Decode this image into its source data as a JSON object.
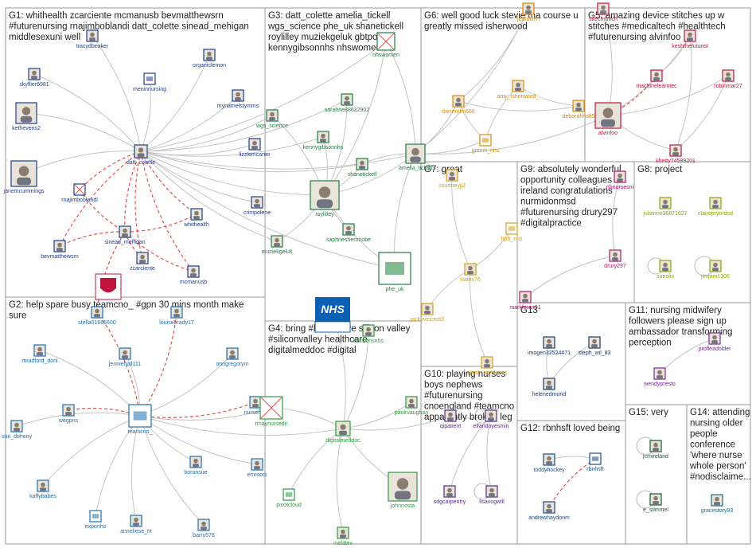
{
  "groups": [
    {
      "id": "G1",
      "title_lines": [
        "G1: whithealth zcarciente mcmanusb bevmatthewsrn",
        "#futurenursing rnajimbobland​i datt_colette sinead_mehigan",
        "middlesexuni well"
      ],
      "color": "#1f3f8f"
    },
    {
      "id": "G2",
      "title_lines": [
        "G2: help spare busy teamcno_ #gpn 30 mins month make",
        "sure"
      ],
      "color": "#1f6fb0"
    },
    {
      "id": "G3",
      "title_lines": [
        "G3: datt_colette amelia_tickell",
        "wgs_science phe_uk shanetickell",
        "roylilley muziekgeluk gbtpo",
        "kennygibsonnhs nhswomen"
      ],
      "color": "#1f7f3f"
    },
    {
      "id": "G4",
      "title_lines": [
        "G4: bring #healthcare silicon valley",
        "#siliconvalley healthcare",
        "digitalmeddoc #digital"
      ],
      "color": "#2e9a3e"
    },
    {
      "id": "G5",
      "title_lines": [
        "G5: amazing device stitches up w",
        "stitches #medicaltech #healthtech",
        "#futurenursing alvinfoo"
      ],
      "color": "#c0143c"
    },
    {
      "id": "G6",
      "title_lines": [
        "G6: well good luck stevie tna course u",
        "greatly missed isherwood"
      ],
      "color": "#d98a00"
    },
    {
      "id": "G7",
      "title_lines": [
        "G7: great"
      ],
      "color": "#d4a017"
    },
    {
      "id": "G8",
      "title_lines": [
        "G8: project"
      ],
      "color": "#8aa800"
    },
    {
      "id": "G9",
      "title_lines": [
        "G9: absolutely wonderful",
        "opportunity colleagues",
        "ireland congratulations",
        "nurmidonmsd",
        "#futurenursing drury297",
        "#digitalpractice"
      ],
      "color": "#b0156f"
    },
    {
      "id": "G10",
      "title_lines": [
        "G10: playing nurses",
        "boys nephews",
        "#futurenursing",
        "cnoengland #teamcno",
        "apparently broken leg"
      ],
      "color": "#5a2a86"
    },
    {
      "id": "G11",
      "title_lines": [
        "G11: nursing midwifery",
        "followers please sign up",
        "ambassador transforming",
        "perception"
      ],
      "color": "#7a2aa0"
    },
    {
      "id": "G12",
      "title_lines": [
        "G12: rbnhsft loved being"
      ],
      "color": "#1a4a8a"
    },
    {
      "id": "G13",
      "title_lines": [
        "G13"
      ],
      "color": "#1a3a6a"
    },
    {
      "id": "G14",
      "title_lines": [
        "G14: attending",
        "nursing older",
        "people",
        "conference",
        "'where nurse",
        "whole person'",
        "#nodisclaime..."
      ],
      "color": "#1a6a8a"
    },
    {
      "id": "G15",
      "title_lines": [
        "G15: very"
      ],
      "color": "#1a5a3a"
    }
  ],
  "nodes": [
    {
      "label": "tracydbeaker",
      "group": "G1",
      "icon": "profile-photo"
    },
    {
      "label": "organiclemon",
      "group": "G1",
      "icon": "profile-photo"
    },
    {
      "label": "meninnursing",
      "group": "G1",
      "icon": "logo"
    },
    {
      "label": "skyflier6981",
      "group": "G1",
      "icon": "profile-photo"
    },
    {
      "label": "mynamelstymms",
      "group": "G1",
      "icon": "profile-photo"
    },
    {
      "label": "kethevens2",
      "group": "G1",
      "icon": "profile-photo"
    },
    {
      "label": "datt_colette",
      "group": "G1",
      "icon": "profile-photo"
    },
    {
      "label": "lizzlemcarter",
      "group": "G1",
      "icon": "profile-photo"
    },
    {
      "label": "janemcummings",
      "group": "G1",
      "icon": "profile-photo"
    },
    {
      "label": "rnajimbobland​i",
      "group": "G1",
      "icon": "no-image"
    },
    {
      "label": "whithealth",
      "group": "G1",
      "icon": "profile-photo"
    },
    {
      "label": "crimpolene",
      "group": "G1",
      "icon": "profile-photo"
    },
    {
      "label": "sinead_mehigan",
      "group": "G1",
      "icon": "profile-photo"
    },
    {
      "label": "bevmatthewsrn",
      "group": "G1",
      "icon": "profile-photo"
    },
    {
      "label": "zcarciente",
      "group": "G1",
      "icon": "profile-photo"
    },
    {
      "label": "mcmanusb",
      "group": "G1",
      "icon": "profile-photo"
    },
    {
      "label": "",
      "group": "G1",
      "icon": "crest-logo"
    },
    {
      "label": "stella01666600",
      "group": "G2",
      "icon": "profile-photo"
    },
    {
      "label": "louisebrady17",
      "group": "G2",
      "icon": "profile-photo"
    },
    {
      "label": "jenniehall111",
      "group": "G2",
      "icon": "profile-photo"
    },
    {
      "label": "mradford_doni",
      "group": "G2",
      "icon": "profile-photo"
    },
    {
      "label": "anngregorym",
      "group": "G2",
      "icon": "profile-photo"
    },
    {
      "label": "wegpns",
      "group": "G2",
      "icon": "profile-photo"
    },
    {
      "label": "sue_doheny",
      "group": "G2",
      "icon": "profile-photo"
    },
    {
      "label": "teamcno_",
      "group": "G2",
      "icon": "logo"
    },
    {
      "label": "nurseheij",
      "group": "G2",
      "icon": "profile-photo"
    },
    {
      "label": "boransue",
      "group": "G2",
      "icon": "profile-photo"
    },
    {
      "label": "kaffybabes",
      "group": "G2",
      "icon": "profile-photo"
    },
    {
      "label": "emroots",
      "group": "G2",
      "icon": "profile-photo"
    },
    {
      "label": "exponhs",
      "group": "G2",
      "icon": "logo"
    },
    {
      "label": "anneliese_ht",
      "group": "G2",
      "icon": "profile-photo"
    },
    {
      "label": "barry578",
      "group": "G2",
      "icon": "profile-photo"
    },
    {
      "label": "nhswomen",
      "group": "G3",
      "icon": "no-image"
    },
    {
      "label": "sarahhe88622902",
      "group": "G3",
      "icon": "profile-photo"
    },
    {
      "label": "wgs_science",
      "group": "G3",
      "icon": "profile-photo"
    },
    {
      "label": "kennygibsonnhs",
      "group": "G3",
      "icon": "profile-photo"
    },
    {
      "label": "shanetickell",
      "group": "G3",
      "icon": "profile-photo"
    },
    {
      "label": "amelia_tickell",
      "group": "G3",
      "icon": "profile-photo"
    },
    {
      "label": "roylilley",
      "group": "G3",
      "icon": "profile-photo"
    },
    {
      "label": "saphnesheronobe",
      "group": "G3",
      "icon": "profile-photo"
    },
    {
      "label": "muziekgeluk",
      "group": "G3",
      "icon": "profile-photo"
    },
    {
      "label": "phe_uk",
      "group": "G3",
      "icon": "logo"
    },
    {
      "label": "",
      "group": "G4",
      "icon": "nhs-logo"
    },
    {
      "label": "horizonsnhs",
      "group": "G4",
      "icon": "profile-photo"
    },
    {
      "label": "rmaynursedir",
      "group": "G4",
      "icon": "no-image"
    },
    {
      "label": "digitalmeddoc",
      "group": "G4",
      "icon": "profile-photo"
    },
    {
      "label": "paulrvaughan",
      "group": "G4",
      "icon": "profile-photo"
    },
    {
      "label": "pivotcloud",
      "group": "G4",
      "icon": "logo"
    },
    {
      "label": "johnnosta",
      "group": "G4",
      "icon": "profile-photo"
    },
    {
      "label": "melittex",
      "group": "G4",
      "icon": "profile-photo"
    },
    {
      "label": "sitechrunch",
      "group": "G5",
      "icon": "profile-photo"
    },
    {
      "label": "keshthefuturist",
      "group": "G5",
      "icon": "profile-photo"
    },
    {
      "label": "machinelearntec",
      "group": "G5",
      "icon": "profile-photo"
    },
    {
      "label": "robinmar27",
      "group": "G5",
      "icon": "profile-photo"
    },
    {
      "label": "alvinfoo",
      "group": "G5",
      "icon": "profile-photo"
    },
    {
      "label": "khetty74599201",
      "group": "G5",
      "icon": "profile-photo"
    },
    {
      "label": "jennallen",
      "group": "G6",
      "icon": "profile-photo"
    },
    {
      "label": "darrendm666",
      "group": "G6",
      "icon": "profile-photo"
    },
    {
      "label": "amy_isherwood_",
      "group": "G6",
      "icon": "profile-photo"
    },
    {
      "label": "deborahholt5",
      "group": "G6",
      "icon": "profile-photo"
    },
    {
      "label": "gmmh_nhs",
      "group": "G6",
      "icon": "logo"
    },
    {
      "label": "courtneyjj3",
      "group": "G7",
      "icon": "profile-photo"
    },
    {
      "label": "hpft_nhs",
      "group": "G7",
      "icon": "logo"
    },
    {
      "label": "lisdex76",
      "group": "G7",
      "icon": "profile-photo"
    },
    {
      "label": "jackyvincent3",
      "group": "G7",
      "icon": "profile-photo"
    },
    {
      "label": "sarah_ace4sons",
      "group": "G7",
      "icon": "profile-photo"
    },
    {
      "label": "julianne36871627",
      "group": "G8",
      "icon": "profile-photo"
    },
    {
      "label": "clairepryordsd",
      "group": "G8",
      "icon": "profile-photo"
    },
    {
      "label": "sueolis",
      "group": "G8",
      "icon": "profile-photo"
    },
    {
      "label": "jimjam1306",
      "group": "G8",
      "icon": "profile-photo"
    },
    {
      "label": "nhnursesni",
      "group": "G9",
      "icon": "profile-photo"
    },
    {
      "label": "drury297",
      "group": "G9",
      "icon": "profile-photo"
    },
    {
      "label": "markforan91",
      "group": "G9",
      "icon": "profile-photo"
    },
    {
      "label": "qipatient",
      "group": "G10",
      "icon": "profile-photo"
    },
    {
      "label": "elfandoyesmin",
      "group": "G10",
      "icon": "profile-photo"
    },
    {
      "label": "sdgcarpentry",
      "group": "G10",
      "icon": "profile-photo"
    },
    {
      "label": "lisavogwill",
      "group": "G10",
      "icon": "profile-photo"
    },
    {
      "label": "profleadolder",
      "group": "G11",
      "icon": "profile-photo"
    },
    {
      "label": "wendypresto",
      "group": "G11",
      "icon": "profile-photo"
    },
    {
      "label": "toddyhockey",
      "group": "G12",
      "icon": "profile-photo"
    },
    {
      "label": "rbnhsft",
      "group": "G12",
      "icon": "logo"
    },
    {
      "label": "andrewhaydonm",
      "group": "G12",
      "icon": "profile-photo"
    },
    {
      "label": "imogen32524471",
      "group": "G13",
      "icon": "profile-photo"
    },
    {
      "label": "steph_wil_83",
      "group": "G13",
      "icon": "profile-photo"
    },
    {
      "label": "helenedmond",
      "group": "G13",
      "icon": "profile-photo"
    },
    {
      "label": "gracestory93",
      "group": "G14",
      "icon": "profile-photo"
    },
    {
      "label": "jcmireland",
      "group": "G15",
      "icon": "profile-photo"
    },
    {
      "label": "e_stimmel",
      "group": "G15",
      "icon": "profile-photo"
    }
  ],
  "edges": [
    [
      "datt_colette",
      "tracydbeaker",
      "gray"
    ],
    [
      "datt_colette",
      "organiclemon",
      "gray"
    ],
    [
      "datt_colette",
      "meninnursing",
      "gray"
    ],
    [
      "datt_colette",
      "skyflier6981",
      "gray"
    ],
    [
      "datt_colette",
      "mynamelstymms",
      "gray"
    ],
    [
      "datt_colette",
      "kethevens2",
      "gray"
    ],
    [
      "datt_colette",
      "lizzlemcarter",
      "gray"
    ],
    [
      "datt_colette",
      "janemcummings",
      "gray"
    ],
    [
      "datt_colette",
      "crimpolene",
      "gray"
    ],
    [
      "datt_colette",
      "rnajimbobland​i",
      "red"
    ],
    [
      "datt_colette",
      "whithealth",
      "red"
    ],
    [
      "datt_colette",
      "sinead_mehigan",
      "red"
    ],
    [
      "datt_colette",
      "bevmatthewsrn",
      "red"
    ],
    [
      "datt_colette",
      "zcarciente",
      "red"
    ],
    [
      "datt_colette",
      "mcmanusb",
      "red"
    ],
    [
      "sinead_mehigan",
      "bevmatthewsrn",
      "red"
    ],
    [
      "sinead_mehigan",
      "whithealth",
      "red"
    ],
    [
      "sinead_mehigan",
      "mcmanusb",
      "red"
    ],
    [
      "sinead_mehigan",
      "zcarciente",
      "red"
    ],
    [
      "sinead_mehigan",
      "stella01666600",
      "red"
    ],
    [
      "rnajimbobland​i",
      "sinead_mehigan",
      "red"
    ],
    [
      "datt_colette",
      "sarahhe88622902",
      "gray"
    ],
    [
      "datt_colette",
      "wgs_science",
      "gray"
    ],
    [
      "datt_colette",
      "kennygibsonnhs",
      "gray"
    ],
    [
      "datt_colette",
      "shanetickell",
      "gray"
    ],
    [
      "datt_colette",
      "amelia_tickell",
      "gray"
    ],
    [
      "datt_colette",
      "roylilley",
      "gray"
    ],
    [
      "datt_colette",
      "muziekgeluk",
      "gray"
    ],
    [
      "datt_colette",
      "phe_uk",
      "gray"
    ],
    [
      "datt_colette",
      "nhswomen",
      "gray"
    ],
    [
      "roylilley",
      "wgs_science",
      "gray"
    ],
    [
      "roylilley",
      "kennygibsonnhs",
      "gray"
    ],
    [
      "roylilley",
      "shanetickell",
      "gray"
    ],
    [
      "roylilley",
      "amelia_tickell",
      "gray"
    ],
    [
      "roylilley",
      "sarahhe88622902",
      "gray"
    ],
    [
      "roylilley",
      "nhswomen",
      "gray"
    ],
    [
      "roylilley",
      "phe_uk",
      "gray"
    ],
    [
      "roylilley",
      "saphnesheronobe",
      "gray"
    ],
    [
      "muziekgeluk",
      "roylilley",
      "gray"
    ],
    [
      "amelia_tickell",
      "nhswomen",
      "gray"
    ],
    [
      "amelia_tickell",
      "shanetickell",
      "gray"
    ],
    [
      "amelia_tickell",
      "phe_uk",
      "gray"
    ],
    [
      "amelia_tickell",
      "jennallen",
      "gray"
    ],
    [
      "amelia_tickell",
      "darrendm666",
      "gray"
    ],
    [
      "amelia_tickell",
      "alvinfoo",
      "gray"
    ],
    [
      "amelia_tickell",
      "gmmh_nhs",
      "gray"
    ],
    [
      "amelia_tickell",
      "courtneyjj3",
      "gray"
    ],
    [
      "teamcno_",
      "stella01666600",
      "red"
    ],
    [
      "teamcno_",
      "louisebrady17",
      "red"
    ],
    [
      "teamcno_",
      "jenniehall111",
      "gray"
    ],
    [
      "teamcno_",
      "mradford_doni",
      "gray"
    ],
    [
      "teamcno_",
      "anngregorym",
      "gray"
    ],
    [
      "teamcno_",
      "wegpns",
      "red"
    ],
    [
      "teamcno_",
      "sue_doheny",
      "gray"
    ],
    [
      "teamcno_",
      "nurseheij",
      "red"
    ],
    [
      "teamcno_",
      "boransue",
      "gray"
    ],
    [
      "teamcno_",
      "kaffybabes",
      "gray"
    ],
    [
      "teamcno_",
      "emroots",
      "gray"
    ],
    [
      "teamcno_",
      "exponhs",
      "gray"
    ],
    [
      "teamcno_",
      "anneliese_ht",
      "gray"
    ],
    [
      "teamcno_",
      "barry578",
      "gray"
    ],
    [
      "teamcno_",
      "rmaynursedir",
      "gray"
    ],
    [
      "teamcno_",
      "digitalmeddoc",
      "gray"
    ],
    [
      "digitalmeddoc",
      "horizonsnhs",
      "gray"
    ],
    [
      "digitalmeddoc",
      "paulrvaughan",
      "gray"
    ],
    [
      "digitalmeddoc",
      "pivotcloud",
      "gray"
    ],
    [
      "digitalmeddoc",
      "johnnosta",
      "gray"
    ],
    [
      "digitalmeddoc",
      "melittex",
      "gray"
    ],
    [
      "digitalmeddoc",
      "rmaynursedir",
      "gray"
    ],
    [
      "digitalmeddoc",
      "nhslogo",
      "gray"
    ],
    [
      "digitalmeddoc",
      "qipatient",
      "gray"
    ],
    [
      "alvinfoo",
      "sitechrunch",
      "gray"
    ],
    [
      "alvinfoo",
      "keshthefuturist",
      "gray"
    ],
    [
      "alvinfoo",
      "machinelearntec",
      "red"
    ],
    [
      "alvinfoo",
      "robinmar27",
      "gray"
    ],
    [
      "alvinfoo",
      "khetty74599201",
      "gray"
    ],
    [
      "khetty74599201",
      "keshthefuturist",
      "gray"
    ],
    [
      "khetty74599201",
      "robinmar27",
      "gray"
    ],
    [
      "machinelearntec",
      "keshthefuturist",
      "gray"
    ],
    [
      "darrendm666",
      "jennallen",
      "gray"
    ],
    [
      "amy_isherwood_",
      "deborahholt5",
      "gray"
    ],
    [
      "darrendm666",
      "gmmh_nhs",
      "gray"
    ],
    [
      "amy_isherwood_",
      "gmmh_nhs",
      "gray"
    ],
    [
      "darrendm666",
      "deborahholt5",
      "gray"
    ],
    [
      "lisdex76",
      "hpft_nhs",
      "gray"
    ],
    [
      "lisdex76",
      "jackyvincent3",
      "gray"
    ],
    [
      "lisdex76",
      "sarah_ace4sons",
      "gray"
    ],
    [
      "courtneyjj3",
      "lisdex76",
      "gray"
    ],
    [
      "nhnursesni",
      "drury297",
      "gray"
    ],
    [
      "drury297",
      "markforan91",
      "gray"
    ],
    [
      "qipatient",
      "elfandoyesmin",
      "gray"
    ],
    [
      "elfandoyesmin",
      "sdgcarpentry",
      "gray"
    ],
    [
      "elfandoyesmin",
      "lisavogwill",
      "gray"
    ],
    [
      "profleadolder",
      "wendypresto",
      "gray"
    ],
    [
      "rbnhsft",
      "toddyhockey",
      "gray"
    ],
    [
      "rbnhsft",
      "andrewhaydonm",
      "red"
    ],
    [
      "imogen32524471",
      "helenedmond",
      "gray"
    ],
    [
      "steph_wil_83",
      "helenedmond",
      "gray"
    ]
  ]
}
